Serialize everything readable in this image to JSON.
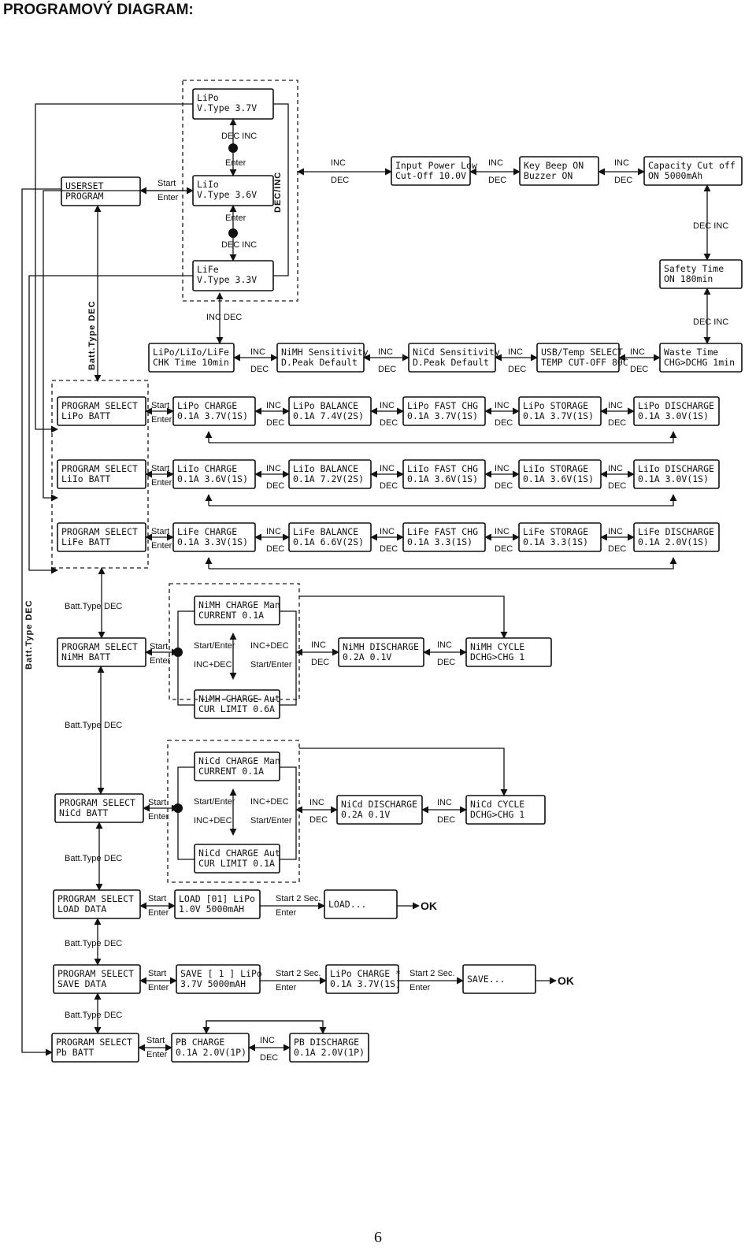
{
  "page": {
    "title": "PROGRAMOVÝ DIAGRAM:",
    "number": "6"
  },
  "labels": {
    "inc": "INC",
    "dec": "DEC",
    "start": "Start",
    "enter": "Enter",
    "dec_inc": "DEC INC",
    "inc_dec": "INC DEC",
    "dec_slash_inc": "DEC/INC",
    "batt_type_dec": "Batt.Type DEC",
    "batt_type": "Batt.Type",
    "start_enter": "Start/Enter",
    "inc_plus_dec": "INC+DEC",
    "start_2sec": "Start 2 Sec.",
    "ok": "OK"
  },
  "screens": {
    "lipo_vtype": [
      "LiPo",
      "V.Type 3.7V"
    ],
    "liio_vtype": [
      "LiIo",
      "V.Type 3.6V"
    ],
    "life_vtype": [
      "LiFe",
      "V.Type 3.3V"
    ],
    "userset": [
      "USERSET",
      "PROGRAM"
    ],
    "input_power_low": [
      "Input Power Low",
      "Cut-Off  10.0V"
    ],
    "key_beep": [
      "Key Beep   ON",
      "Buzzer     ON"
    ],
    "capacity": [
      "Capacity  Cut off",
      "ON      5000mAh"
    ],
    "safety_time": [
      "Safety Time",
      "ON     180min"
    ],
    "chk_time": [
      "LiPo/LiIo/LiFe",
      "CHK Time  10min"
    ],
    "nimh_sens": [
      "NiMH Sensitivity",
      "D.Peak Default"
    ],
    "nicd_sens": [
      "NiCd Sensitivity",
      "D.Peak Default"
    ],
    "usb_temp": [
      "USB/Temp  SELECT",
      "TEMP CUT-OFF 80C"
    ],
    "waste_time": [
      "Waste Time",
      "CHG>DCHG 1min"
    ],
    "lipo_batt": [
      "PROGRAM SELECT",
      "LiPo BATT"
    ],
    "lipo_charge": [
      "LiPo CHARGE",
      "0.1A  3.7V(1S)"
    ],
    "lipo_balance": [
      "LiPo BALANCE",
      "0.1A  7.4V(2S)"
    ],
    "lipo_fast": [
      "LiPo FAST CHG",
      "0.1A  3.7V(1S)"
    ],
    "lipo_storage": [
      "LiPo STORAGE",
      "0.1A  3.7V(1S)"
    ],
    "lipo_discharge": [
      "LiPo DISCHARGE",
      "0.1A  3.0V(1S)"
    ],
    "liio_batt": [
      "PROGRAM SELECT",
      "LiIo BATT"
    ],
    "liio_charge": [
      "LiIo CHARGE",
      "0.1A  3.6V(1S)"
    ],
    "liio_balance": [
      "LiIo BALANCE",
      "0.1A  7.2V(2S)"
    ],
    "liio_fast": [
      "LiIo FAST CHG",
      "0.1A  3.6V(1S)"
    ],
    "liio_storage": [
      "LiIo STORAGE",
      "0.1A  3.6V(1S)"
    ],
    "liio_discharge": [
      "LiIo DISCHARGE",
      "0.1A  3.0V(1S)"
    ],
    "life_batt": [
      "PROGRAM SELECT",
      "LiFe BATT"
    ],
    "life_charge": [
      "LiFe CHARGE",
      "0.1A  3.3V(1S)"
    ],
    "life_balance": [
      "LiFe BALANCE",
      "0.1A  6.6V(2S)"
    ],
    "life_fast": [
      "LiFe FAST CHG",
      "0.1A  3.3(1S)"
    ],
    "life_storage": [
      "LiFe STORAGE",
      "0.1A  3.3(1S)"
    ],
    "life_discharge": [
      "LiFe DISCHARGE",
      "0.1A  2.0V(1S)"
    ],
    "nimh_charge_man": [
      "NiMH CHARGE  Man",
      "CURRENT    0.1A"
    ],
    "nimh_batt": [
      "PROGRAM SELECT",
      "NiMH BATT"
    ],
    "nimh_charge_aut": [
      "NiMH CHARGE  Aut",
      "CUR LIMIT   0.6A"
    ],
    "nimh_discharge": [
      "NiMH DISCHARGE",
      "0.2A      0.1V"
    ],
    "nimh_cycle": [
      "NiMH CYCLE",
      "DCHG>CHG    1"
    ],
    "nicd_charge_man": [
      "NiCd CHARGE  Man",
      "CURRENT    0.1A"
    ],
    "nicd_batt": [
      "PROGRAM SELECT",
      "NiCd BATT"
    ],
    "nicd_charge_aut": [
      "NiCd CHARGE  Aut",
      "CUR LIMIT   0.1A"
    ],
    "nicd_discharge": [
      "NiCd DISCHARGE",
      "0.2A      0.1V"
    ],
    "nicd_cycle": [
      "NiCd CYCLE",
      "DCHG>CHG    1"
    ],
    "load_data": [
      "PROGRAM SELECT",
      "LOAD DATA"
    ],
    "load_01": [
      "LOAD [01]  LiPo",
      "1.0V   5000mAH"
    ],
    "load_progress": [
      "LOAD..."
    ],
    "save_data": [
      "PROGRAM SELECT",
      "SAVE DATA"
    ],
    "save_1": [
      "SAVE [ 1 ]  LiPo",
      "3.7V   5000mAH"
    ],
    "save_lipo_charge": [
      "LiPo CHARGE *",
      "0.1A 3.7V(1S)"
    ],
    "save_progress": [
      "SAVE..."
    ],
    "pb_batt": [
      "PROGRAM SELECT",
      "Pb BATT"
    ],
    "pb_charge": [
      "PB CHARGE",
      "0.1A   2.0V(1P)"
    ],
    "pb_discharge": [
      "PB DISCHARGE",
      "0.1A   2.0V(1P)"
    ]
  }
}
